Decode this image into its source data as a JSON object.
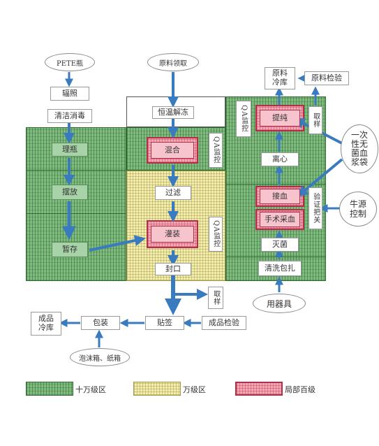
{
  "labels": {
    "pete_bottle": "PETE瓶",
    "irradiation": "辐照",
    "clean_disinfect": "清洁消毒",
    "arrange_bottle": "理瓶",
    "place": "摆放",
    "temp_store": "暂存",
    "raw_collect": "原料领取",
    "thaw": "恒温解冻",
    "merge": "混合",
    "qa_monitor_1": "QA监控",
    "filter": "过滤",
    "fill": "灌装",
    "qa_monitor_2": "QA监控",
    "seal": "封口",
    "sample_2": "取样",
    "product_inspect": "成品检验",
    "labeling": "贴签",
    "packaging": "包装",
    "product_cold": "成品\n冷库",
    "foam_carton": "泡沫箱、纸箱",
    "raw_cold": "原料\n冷库",
    "raw_inspect": "原料检验",
    "qa_monitor_3": "QA监控",
    "purify": "提纯",
    "sample_1": "取样",
    "centrifuge": "离心",
    "receive_blood": "接血",
    "inspect_expert": "验证把关",
    "surgical_blood": "手术采血",
    "sterilize": "灭菌",
    "clean_pack": "清洗包扎",
    "utensils": "用器具",
    "disposable_bag": "一次\n性无\n菌血\n浆袋",
    "cattle_source": "牛源\n控制"
  },
  "legend": {
    "class_100k": "十万级区",
    "class_10k": "万级区",
    "local_100": "局部百级"
  },
  "colors": {
    "class_100k": "#7fba7f",
    "class_10k": "#f3eeb0",
    "local_100": "#f2a9b6",
    "arrow": "#3a7bbf"
  }
}
